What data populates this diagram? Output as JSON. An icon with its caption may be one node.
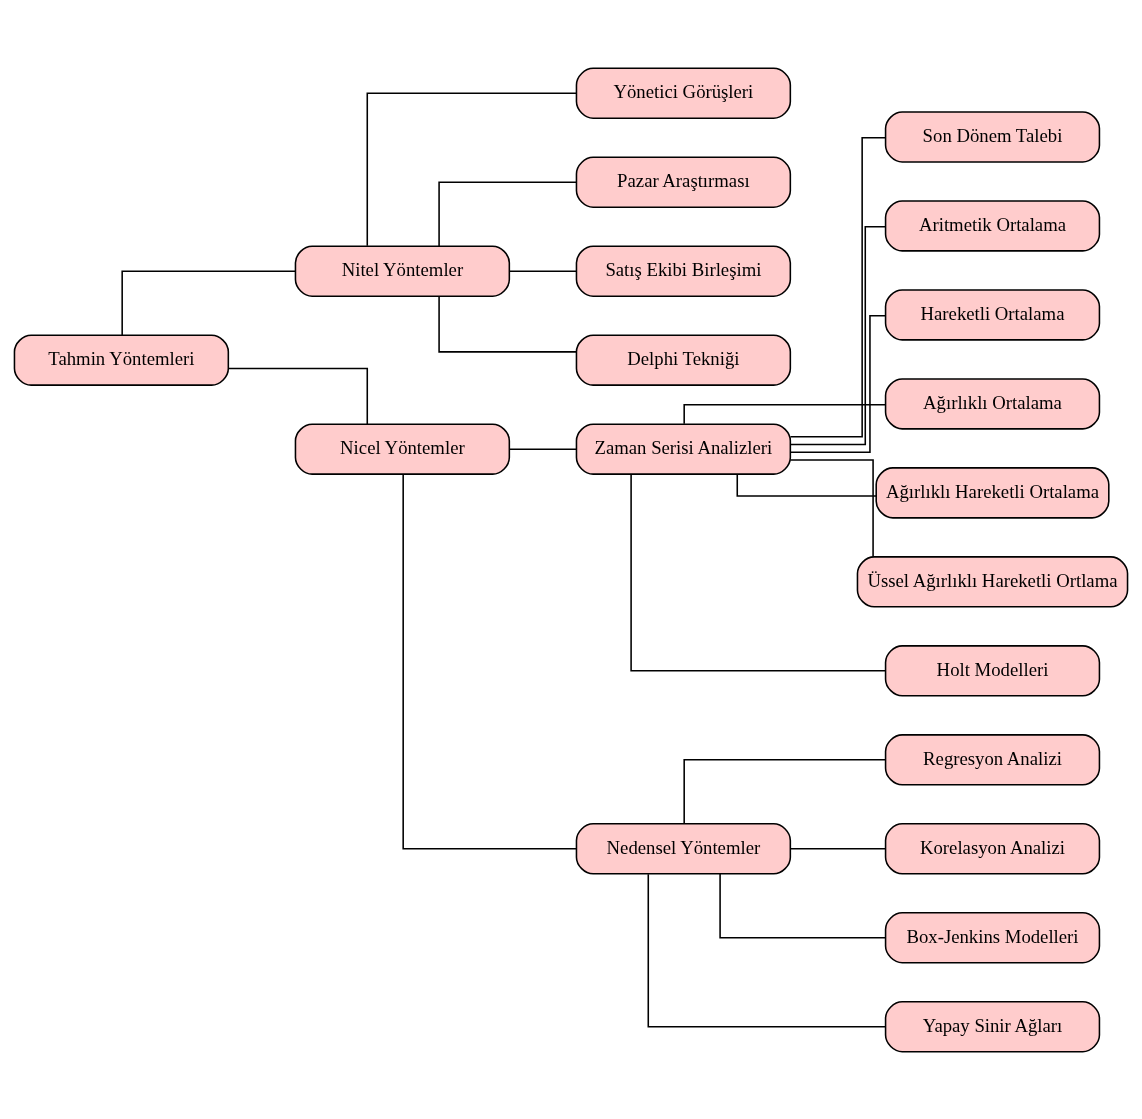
{
  "diagram": {
    "nodes": [
      {
        "text": [
          "Tahmin Yöntemleri"
        ]
      },
      {
        "text": [
          "Nitel Yöntemler"
        ]
      },
      {
        "text": [
          "Yönetici Görüşleri"
        ]
      },
      {
        "text": [
          "Pazar Araştırması"
        ]
      },
      {
        "text": [
          "Satış Ekibi Birleşimi"
        ]
      },
      {
        "text": [
          "Delphi Tekniği"
        ]
      },
      {
        "text": [
          "Nicel Yöntemler"
        ]
      },
      {
        "text": [
          "Zaman Serisi Analizleri"
        ]
      },
      {
        "text": [
          "Son Dönem Talebi"
        ]
      },
      {
        "text": [
          "Aritmetik Ortalama"
        ]
      },
      {
        "text": [
          "Hareketli Ortalama"
        ]
      },
      {
        "text": [
          "Ağırlıklı Ortalama"
        ]
      },
      {
        "text": [
          "Ağırlıklı Hareketli Ortalama"
        ]
      },
      {
        "text": [
          "Üssel Ağırlıklı Hareketli Ortlama"
        ]
      },
      {
        "text": [
          "Holt Modelleri"
        ]
      },
      {
        "text": [
          "Nedensel Yöntemler"
        ]
      },
      {
        "text": [
          "Regresyon Analizi"
        ]
      },
      {
        "text": [
          "Korelasyon Analizi"
        ]
      },
      {
        "text": [
          "Box-Jenkins Modelleri"
        ]
      },
      {
        "text": [
          "Yapay Sinir Ağları"
        ]
      }
    ],
    "edges": [
      {
        "from": 0,
        "to": 1,
        "arrow": "none"
      },
      {
        "from": 0,
        "to": 6,
        "arrow": "none"
      },
      {
        "from": 1,
        "to": 2,
        "arrow": "none"
      },
      {
        "from": 1,
        "to": 3,
        "arrow": "none"
      },
      {
        "from": 1,
        "to": 4,
        "arrow": "none"
      },
      {
        "from": 1,
        "to": 5,
        "arrow": "none"
      },
      {
        "from": 6,
        "to": 7,
        "arrow": "none"
      },
      {
        "from": 6,
        "to": 15,
        "arrow": "none"
      },
      {
        "from": 7,
        "to": 8,
        "arrow": "none"
      },
      {
        "from": 7,
        "to": 9,
        "arrow": "none"
      },
      {
        "from": 7,
        "to": 10,
        "arrow": "none"
      },
      {
        "from": 7,
        "to": 11,
        "arrow": "none"
      },
      {
        "from": 7,
        "to": 12,
        "arrow": "none"
      },
      {
        "from": 7,
        "to": 13,
        "arrow": "none"
      },
      {
        "from": 7,
        "to": 14,
        "arrow": "none"
      },
      {
        "from": 15,
        "to": 16,
        "arrow": "none"
      },
      {
        "from": 15,
        "to": 17,
        "arrow": "none"
      },
      {
        "from": 15,
        "to": 18,
        "arrow": "none"
      },
      {
        "from": 15,
        "to": 19,
        "arrow": "none"
      }
    ]
  }
}
